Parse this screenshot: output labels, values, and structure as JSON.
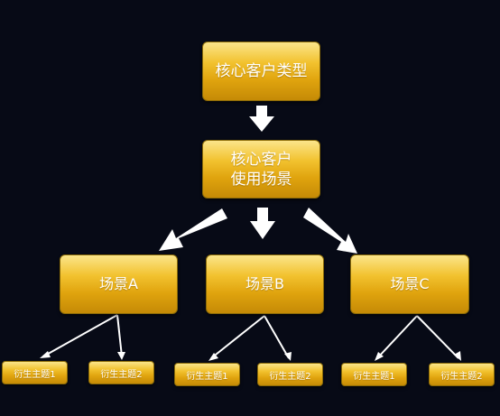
{
  "diagram": {
    "root": {
      "label": "核心客户类型"
    },
    "scene": {
      "line1": "核心客户",
      "line2": "使用场景"
    },
    "scenes": [
      {
        "label": "场景A",
        "sub1": "衍生主题1",
        "sub2": "衍生主题2"
      },
      {
        "label": "场景B",
        "sub1": "衍生主题1",
        "sub2": "衍生主题2"
      },
      {
        "label": "场景C",
        "sub1": "衍生主题1",
        "sub2": "衍生主题2"
      }
    ]
  },
  "colors": {
    "background": "#070a16",
    "box_top": "#fbe58a",
    "box_bottom": "#c58a06",
    "arrow": "#ffffff"
  }
}
